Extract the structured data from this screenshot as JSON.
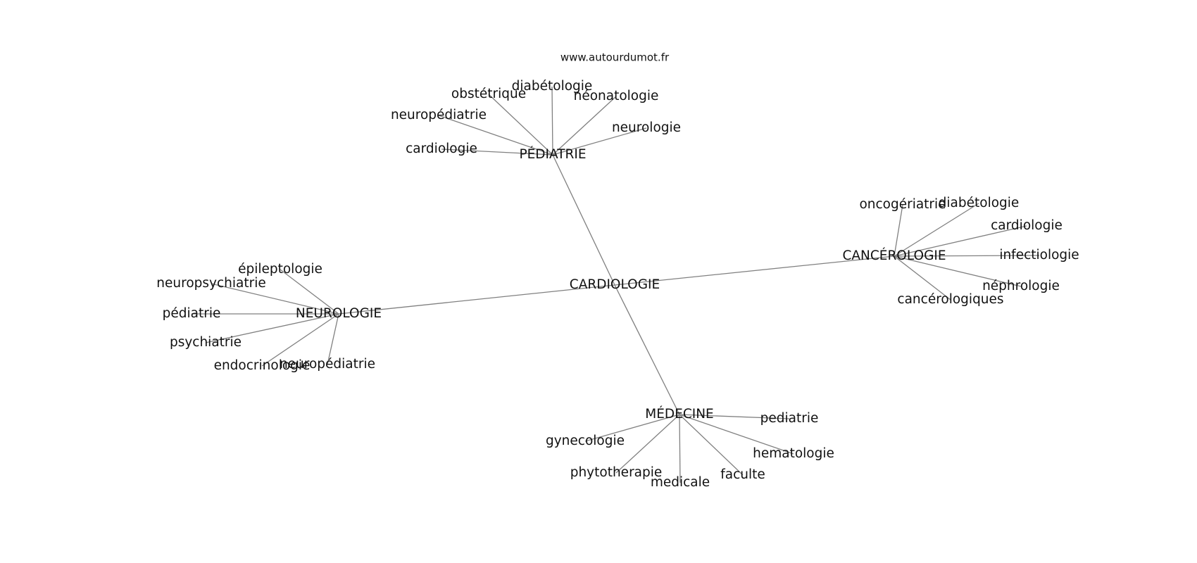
{
  "source": "www.autourdumot.fr",
  "root": "CARDIOLOGIE",
  "hubs": [
    {
      "id": "pediatrie-hub",
      "label": "PÉDIATRIE",
      "children": [
        "cardiologie",
        "neuropédiatrie",
        "obstétrique",
        "diabétologie",
        "néonatologie",
        "neurologie"
      ]
    },
    {
      "id": "cancerologie-hub",
      "label": "CANCÉROLOGIE",
      "children": [
        "oncogériatrie",
        "diabétologie",
        "cardiologie",
        "infectiologie",
        "néphrologie",
        "cancérologiques"
      ]
    },
    {
      "id": "neurologie-hub",
      "label": "NEUROLOGIE",
      "children": [
        "épileptologie",
        "neuropsychiatrie",
        "pédiatrie",
        "psychiatrie",
        "endocrinologie",
        "neuropédiatrie"
      ]
    },
    {
      "id": "medecine-hub",
      "label": "MÉDECINE",
      "children": [
        "pediatrie",
        "hematologie",
        "faculte",
        "medicale",
        "phytotherapie",
        "gynecologie"
      ]
    }
  ]
}
